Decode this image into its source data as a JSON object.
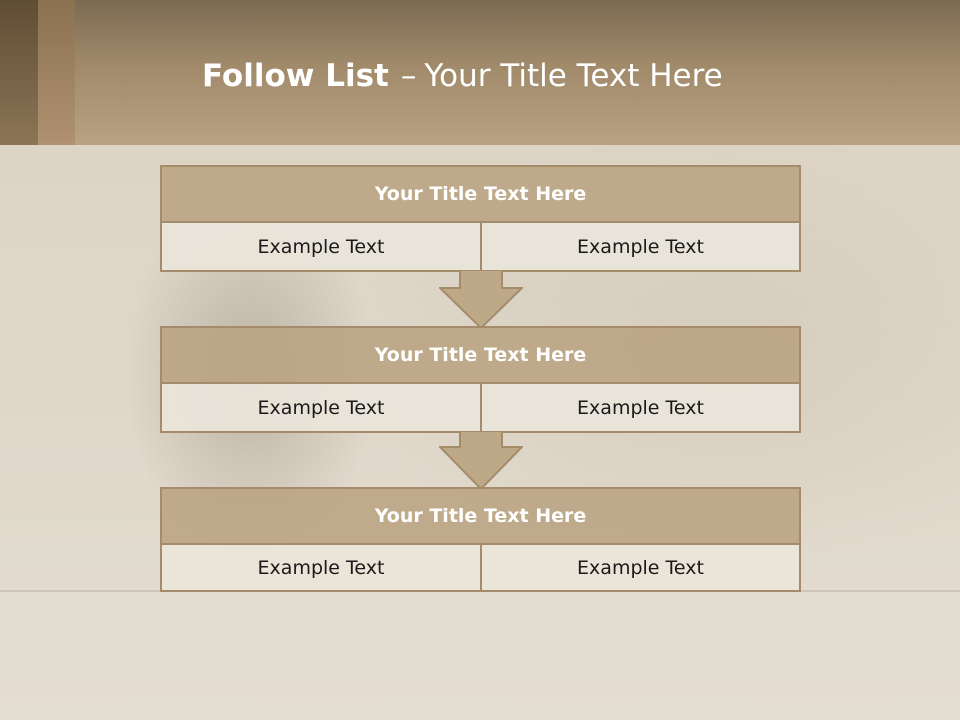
{
  "slide": {
    "title_bold": "Follow List",
    "title_separator": "–",
    "title_rest": "Your Title Text Here"
  },
  "blocks": [
    {
      "title": "Your Title Text Here",
      "left": "Example Text",
      "right": "Example Text"
    },
    {
      "title": "Your Title Text Here",
      "left": "Example Text",
      "right": "Example Text"
    },
    {
      "title": "Your Title Text Here",
      "left": "Example Text",
      "right": "Example Text"
    }
  ],
  "colors": {
    "header_dark": "#7b6a52",
    "header_light": "#b9a284",
    "box_title_fill": "#b9a382",
    "box_border": "#a48c6a",
    "cell_fill": "#eae4da",
    "arrow_fill": "#bda888"
  }
}
